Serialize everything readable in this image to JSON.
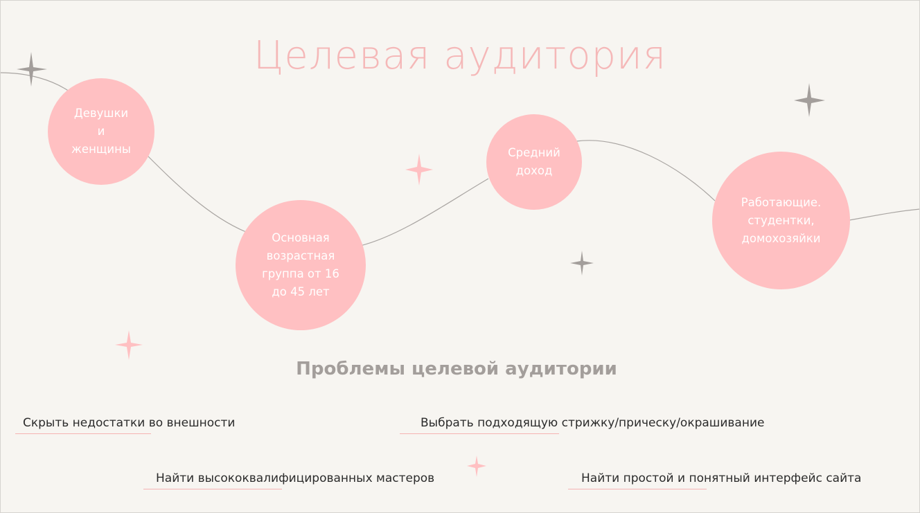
{
  "title": "Целевая аудитория",
  "audience": {
    "items": [
      {
        "label": "Девушки\nи\nженщины"
      },
      {
        "label": "Основная\nвозрастная\nгруппа от 16\nдо 45 лет"
      },
      {
        "label": "Средний\nдоход"
      },
      {
        "label": "Работающие.\nстудентки,\nдомохозяйки"
      }
    ]
  },
  "problems": {
    "heading": "Проблемы целевой аудитории",
    "items": [
      {
        "label": "Скрыть недостатки во внешности"
      },
      {
        "label": "Выбрать подходящую стрижку/прическу/окрашивание"
      },
      {
        "label": "Найти высококвалифицированных мастеров"
      },
      {
        "label": "Найти простой и понятный интерфейс сайта"
      }
    ]
  },
  "colors": {
    "background": "#f7f5f1",
    "accent_pink": "#ffc0c2",
    "title_pink": "#f5b8b8",
    "star_gray": "#a39e9b",
    "heading_gray": "#a39e9b"
  }
}
